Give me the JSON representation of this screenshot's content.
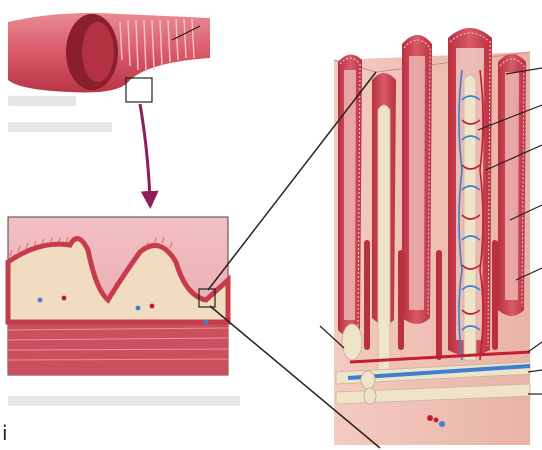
{
  "figure": {
    "stray_glyph": "i",
    "panels": [
      "intestine-segment",
      "fold-enlargement",
      "villi-enlargement"
    ],
    "hidden_label_blocks": 3,
    "leader_lines": 10
  },
  "colors": {
    "tissue_red": "#c8404e",
    "tissue_pink": "#e98a93",
    "lamina_cream": "#f2dcc0",
    "vein_blue": "#3d7fd0",
    "artery_red": "#c41f2e",
    "lacteal_cream": "#efe3c8",
    "block_pink": "#f0c3b6",
    "arrow_purple": "#8c1f5a"
  }
}
